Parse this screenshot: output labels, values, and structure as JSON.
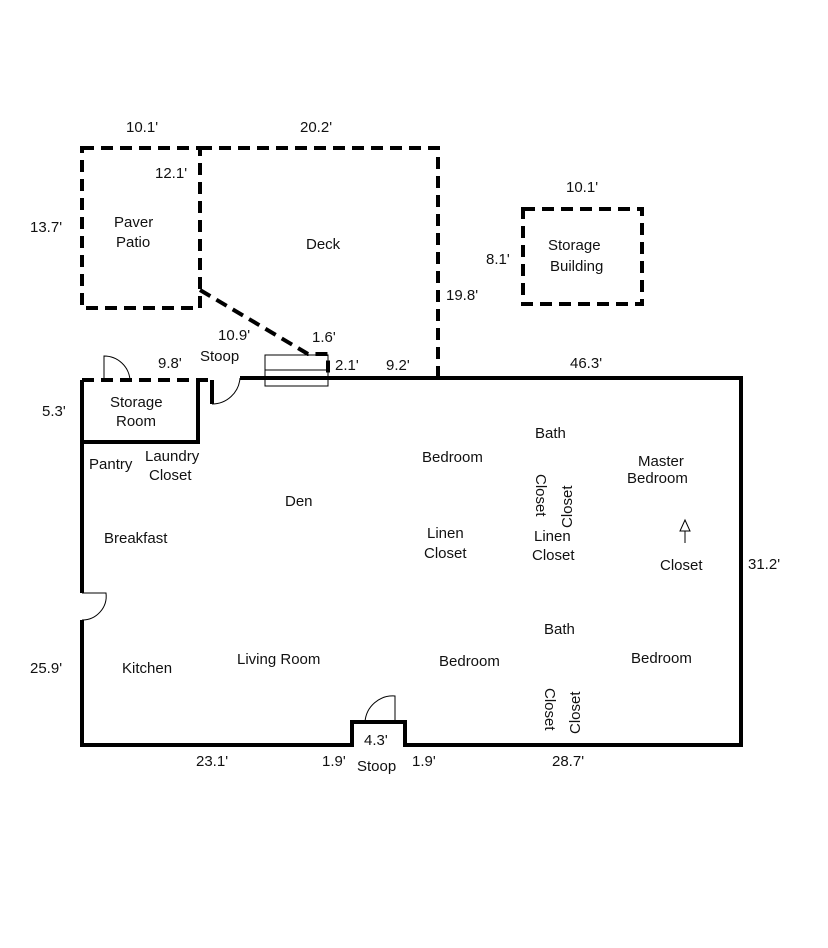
{
  "rooms": {
    "paver_patio_line1": "Paver",
    "paver_patio_line2": "Patio",
    "deck": "Deck",
    "storage_building_line1": "Storage",
    "storage_building_line2": "Building",
    "stoop_top": "Stoop",
    "storage_room_line1": "Storage",
    "storage_room_line2": "Room",
    "pantry": "Pantry",
    "laundry_line1": "Laundry",
    "laundry_line2": "Closet",
    "den": "Den",
    "breakfast": "Breakfast",
    "kitchen": "Kitchen",
    "living_room": "Living Room",
    "bedroom_upper": "Bedroom",
    "linen_closet_1_line1": "Linen",
    "linen_closet_1_line2": "Closet",
    "bath_upper": "Bath",
    "closet_vert_1": "Closet",
    "closet_vert_2": "Closet",
    "linen_closet_2_line1": "Linen",
    "linen_closet_2_line2": "Closet",
    "master_line1": "Master",
    "master_line2": "Bedroom",
    "closet_master": "Closet",
    "bath_lower": "Bath",
    "bedroom_lower_mid": "Bedroom",
    "bedroom_lower_right": "Bedroom",
    "closet_vert_3": "Closet",
    "closet_vert_4": "Closet",
    "stoop_bottom": "Stoop"
  },
  "dimensions": {
    "patio_width": "10.1'",
    "deck_width": "20.2'",
    "patio_inner": "12.1'",
    "patio_height": "13.7'",
    "storage_bldg_width": "10.1'",
    "storage_bldg_height": "8.1'",
    "deck_height": "19.8'",
    "deck_diag": "10.9'",
    "deck_notch": "1.6'",
    "storage_room_width": "9.8'",
    "deck_step": "2.1'",
    "deck_front": "9.2'",
    "house_top": "46.3'",
    "storage_room_height": "5.3'",
    "house_right": "31.2'",
    "house_left": "25.9'",
    "bottom_left": "23.1'",
    "stoop_left": "1.9'",
    "stoop_depth": "4.3'",
    "stoop_right": "1.9'",
    "bottom_right": "28.7'"
  }
}
